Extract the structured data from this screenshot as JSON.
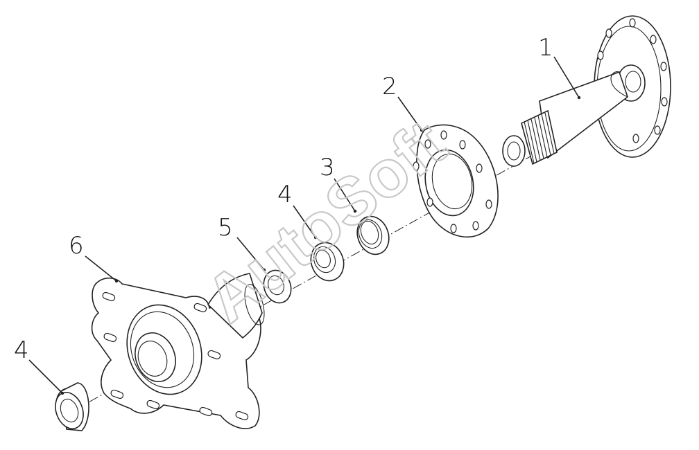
{
  "callouts": [
    {
      "id": "1",
      "label": "1"
    },
    {
      "id": "2",
      "label": "2"
    },
    {
      "id": "3",
      "label": "3"
    },
    {
      "id": "4a",
      "label": "4"
    },
    {
      "id": "5",
      "label": "5"
    },
    {
      "id": "6",
      "label": "6"
    },
    {
      "id": "4b",
      "label": "4"
    }
  ],
  "watermark": "AutoSoft",
  "colors": {
    "line": "#222222",
    "watermark": "#c8c8c8",
    "background": "#ffffff"
  }
}
